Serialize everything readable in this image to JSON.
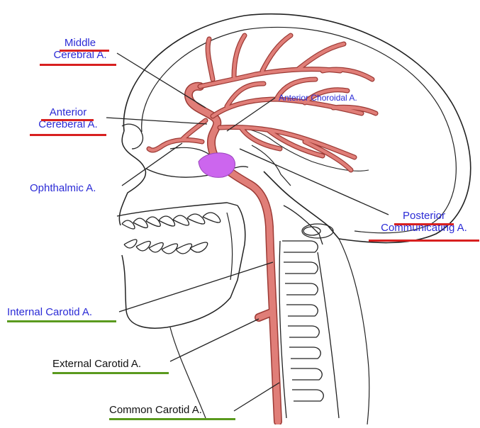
{
  "labels": {
    "middle_cerebral": [
      "Middle",
      "Cerebral A."
    ],
    "anterior_cerebral": [
      "Anterior",
      "Cereberal A."
    ],
    "anterior_choroidal": "Anterior Choroidal A.",
    "ophthalmic": "Ophthalmic A.",
    "posterior_communicating": [
      "Posterior",
      "Communicating A."
    ],
    "internal_carotid": "Internal Carotid A.",
    "external_carotid": "External Carotid A.",
    "common_carotid": "Common Carotid A."
  },
  "colors": {
    "artery": "#e07e78",
    "artery_outline": "#9c3a35",
    "pituitary": "#cc66ee",
    "label_blue": "#2b2bd6",
    "underline_red": "#d82020",
    "underline_green": "#5a9a1e",
    "line_art": "#222222"
  }
}
